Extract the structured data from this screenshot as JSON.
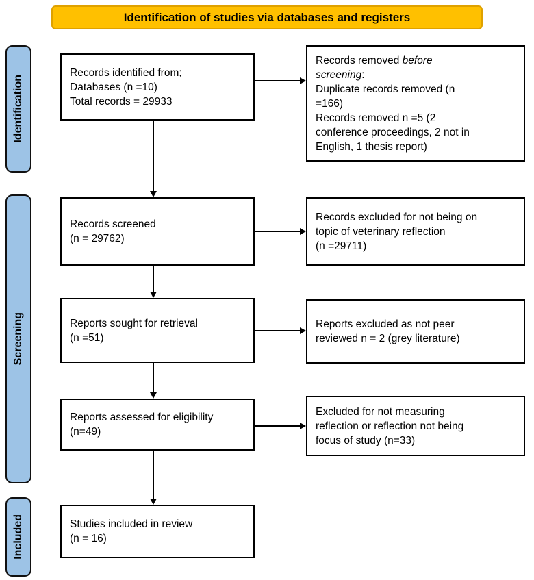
{
  "title": "Identification of studies via databases and registers",
  "colors": {
    "banner_bg": "#FFC000",
    "banner_border": "#DFA100",
    "stage_bg": "#9DC3E6",
    "box_border": "#000000"
  },
  "stages": {
    "identification": "Identification",
    "screening": "Screening",
    "included": "Included"
  },
  "left_boxes": {
    "identified": "Records identified from;\nDatabases (n =10)\nTotal records = 29933",
    "screened": "Records screened\n(n = 29762)",
    "sought": "Reports sought for retrieval\n(n =51)",
    "assessed": "Reports assessed for eligibility\n(n=49)",
    "included": "Studies included in review\n(n = 16)"
  },
  "right_boxes": {
    "removed_prefix": "Records removed ",
    "removed_italic": "before\nscreening",
    "removed_suffix": ":\nDuplicate records removed (n\n=166)\nRecords removed  n =5 (2\nconference proceedings, 2 not in\nEnglish, 1 thesis report)",
    "excluded_topic": "Records excluded for not being on\ntopic of veterinary reflection\n(n =29711)",
    "excluded_peer": "Reports excluded as not peer\nreviewed  n = 2 (grey literature)",
    "excluded_measure": "Excluded for not measuring\nreflection or reflection not being\nfocus of study (n=33)"
  }
}
